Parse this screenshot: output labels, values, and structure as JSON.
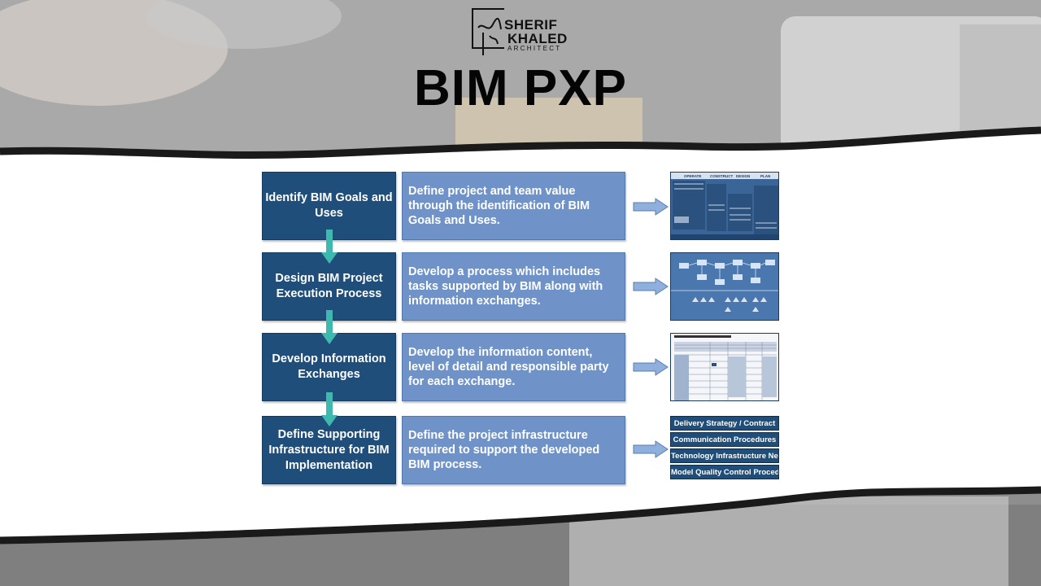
{
  "logo": {
    "line1": "SHERIF",
    "line2": "KHALED",
    "line3": "ARCHITECT"
  },
  "title": "BIM PXP",
  "steps": [
    {
      "label": "Identify BIM Goals and Uses",
      "description": "Define project and team value through the identification of BIM Goals and Uses."
    },
    {
      "label": "Design BIM Project Execution Process",
      "description": "Develop a process which includes tasks supported by BIM along with information exchanges."
    },
    {
      "label": "Develop Information Exchanges",
      "description": "Develop the information content, level of detail and responsible party for each exchange."
    },
    {
      "label": "Define Supporting Infrastructure for BIM Implementation",
      "description": "Define the project infrastructure required to support the developed BIM process."
    }
  ],
  "thumb1_headers": [
    "OPERATE",
    "CONSTRUCT",
    "DESIGN",
    "PLAN"
  ],
  "infrastructure_items": [
    "Delivery Strategy / Contract",
    "Communication Procedures",
    "Technology Infrastructure Needs",
    "Model Quality Control Procedure"
  ],
  "colors": {
    "step_box": "#1f4e7a",
    "desc_box": "#6f93c9",
    "connector": "#3fb8b0"
  }
}
